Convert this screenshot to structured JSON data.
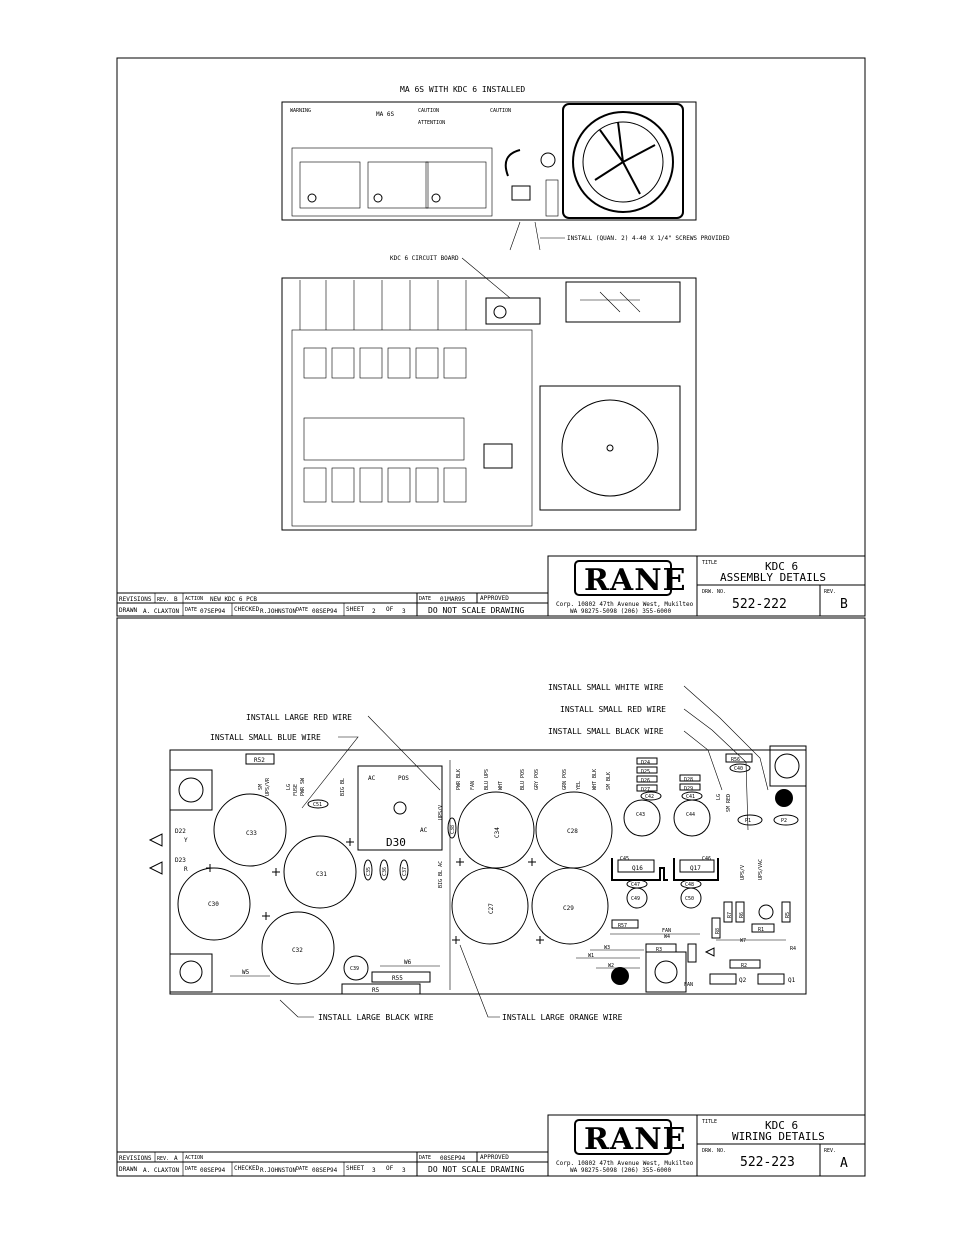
{
  "sheet1": {
    "view_title": "MA 6S WITH KDC 6 INSTALLED",
    "callout_install": "INSTALL (QUAN. 2) 4-40 X 1/4\" SCREWS PROVIDED",
    "callout_board": "KDC 6 CIRCUIT BOARD",
    "panel_text": {
      "warning": "WARNING",
      "model": "MA 6S",
      "caution": "CAUTION",
      "attention": "ATTENTION",
      "caution2": "CAUTION"
    },
    "title_label": "TITLE",
    "title_line1": "KDC 6",
    "title_line2": "ASSEMBLY DETAILS",
    "drw_no_label": "DRW. NO.",
    "drw_no": "522-222",
    "rev_label": "REV.",
    "rev": "B",
    "address_line1": "Corp. 10802 47th Avenue West, Mukilteo",
    "address_line2": "WA 98275-5098   (206) 355-6000",
    "revisions_label": "REVISIONS",
    "rev_cell_label": "REV.",
    "rev_cell": "B",
    "action_label": "ACTION",
    "action": "NEW KDC 6 PCB",
    "date_label": "DATE",
    "date": "01MAR95",
    "approved_label": "APPROVED",
    "drawn_label": "DRAWN",
    "drawn": "A. CLAXTON",
    "drawn_date_label": "DATE",
    "drawn_date": "07SEP94",
    "checked_label": "CHECKED",
    "checked": "R.JOHNSTON",
    "checked_date_label": "DATE",
    "checked_date": "08SEP94",
    "sheet_label": "SHEET",
    "sheet_no": "2",
    "of_label": "OF",
    "sheet_total": "3",
    "no_scale": "DO NOT SCALE DRAWING"
  },
  "sheet2": {
    "callouts": {
      "small_white": "INSTALL SMALL WHITE WIRE",
      "small_red": "INSTALL SMALL RED WIRE",
      "small_black": "INSTALL SMALL BLACK WIRE",
      "large_red": "INSTALL LARGE RED WIRE",
      "small_blue": "INSTALL SMALL BLUE WIRE",
      "large_black": "INSTALL LARGE BLACK WIRE",
      "large_orange": "INSTALL LARGE ORANGE WIRE"
    },
    "pcb_labels": {
      "r52": "R52",
      "c33": "C33",
      "c30": "C30",
      "c31": "C31",
      "c32": "C32",
      "d30": "D30",
      "ac1": "AC",
      "pos": "POS",
      "ac2": "AC",
      "c34": "C34",
      "c28": "C28",
      "c27": "C27",
      "c29": "C29",
      "c43": "C43",
      "c44": "C44",
      "c47": "C47",
      "c48": "C48",
      "c49": "C49",
      "c50": "C50",
      "q16": "Q16",
      "q17": "Q17",
      "c39": "C39",
      "r55": "R55",
      "r5": "R5",
      "w6": "W6",
      "w5": "W5",
      "r57": "R57",
      "r3": "R3",
      "w3": "W3",
      "w1": "W1",
      "w2": "W2",
      "w4": "W4",
      "w7": "W7",
      "fan": "FAN",
      "fan2": "FAN",
      "q2": "Q2",
      "q1": "Q1",
      "r2": "R2",
      "r1": "R1",
      "r4": "R4",
      "r5b": "R5",
      "r6": "R6",
      "r7": "R7",
      "r8": "R8",
      "d22": "D22",
      "d23": "D23",
      "y": "Y",
      "r": "R",
      "d24": "D24",
      "d25": "D25",
      "d26": "D26",
      "d27": "D27",
      "d28": "D28",
      "d29": "D29",
      "c40": "C40",
      "c42": "C42",
      "c41": "C41",
      "c45": "C45",
      "c46": "C46",
      "r56": "R56",
      "p1": "P1",
      "p2": "P2",
      "r53": "R53",
      "c51": "C51",
      "c35": "C35",
      "c36": "C36",
      "c37": "C37",
      "c38": "C38",
      "sm": "SM",
      "ups_vr": "UPS/VR",
      "lg": "LG",
      "pwr_sw": "PWR SW",
      "fuse": "FUSE",
      "big_bl": "BIG BL",
      "pwr_blk": "PWR BLK",
      "blu_ups": "BLU UPS",
      "wht": "WHT",
      "blu_pos": "BLU POS",
      "gry_pos": "GRY POS",
      "grn_pos": "GRN POS",
      "yel": "YEL",
      "wht_blk": "WHT BLK",
      "sm_blk": "SM BLK",
      "sm_red": "SM RED",
      "ups_v": "UPS/V",
      "big_bl_ac": "BIG BL AC",
      "ups_vac": "UPS/VAC"
    },
    "title_label": "TITLE",
    "title_line1": "KDC 6",
    "title_line2": "WIRING DETAILS",
    "drw_no_label": "DRW. NO.",
    "drw_no": "522-223",
    "rev_label": "REV.",
    "rev": "A",
    "address_line1": "Corp. 10802 47th Avenue West, Mukilteo",
    "address_line2": "WA 98275-5098   (206) 355-6000",
    "revisions_label": "REVISIONS",
    "rev_cell_label": "REV.",
    "rev_cell": "A",
    "action_label": "ACTION",
    "action": "",
    "date_label": "DATE",
    "date": "08SEP94",
    "approved_label": "APPROVED",
    "drawn_label": "DRAWN",
    "drawn": "A. CLAXTON",
    "drawn_date_label": "DATE",
    "drawn_date": "08SEP94",
    "checked_label": "CHECKED",
    "checked": "R.JOHNSTON",
    "checked_date_label": "DATE",
    "checked_date": "08SEP94",
    "sheet_label": "SHEET",
    "sheet_no": "3",
    "of_label": "OF",
    "sheet_total": "3",
    "no_scale": "DO NOT SCALE DRAWING"
  },
  "logo_text": "RANE"
}
